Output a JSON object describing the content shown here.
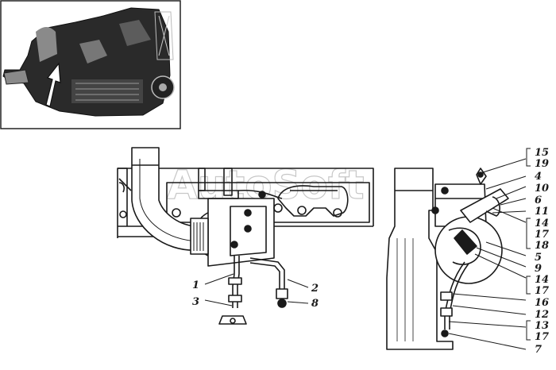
{
  "watermark": "AutoSoft",
  "callouts": {
    "c1": "1",
    "c2": "2",
    "c3": "3",
    "c8": "8",
    "c15": "15",
    "c19": "19",
    "c4": "4",
    "c10": "10",
    "c6": "6",
    "c11": "11",
    "c14a": "14",
    "c17a": "17",
    "c18": "18",
    "c5": "5",
    "c9": "9",
    "c14b": "14",
    "c17b": "17",
    "c16": "16",
    "c12": "12",
    "c13": "13",
    "c17c": "17",
    "c7": "7"
  }
}
